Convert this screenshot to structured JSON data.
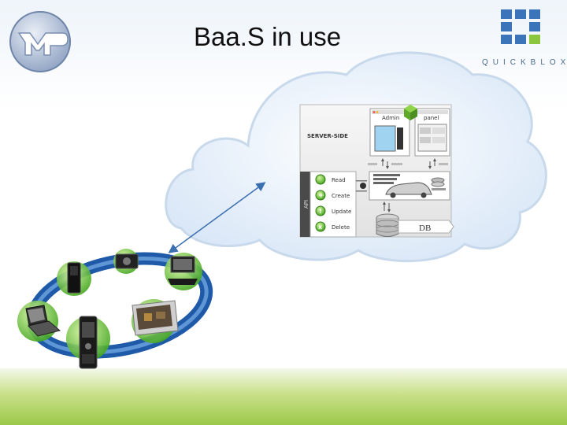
{
  "slide": {
    "title": "Baa.S in use"
  },
  "logos": {
    "left_icon": "yd-logo",
    "right_text": "QUICKBLOX"
  },
  "server": {
    "section_label": "SERVER-SIDE",
    "admin_panel_left": "Admin",
    "admin_panel_right": "panel",
    "api_label": "API",
    "operations": [
      "Read",
      "Create",
      "Update",
      "Delete"
    ],
    "db_label": "DB"
  },
  "colors": {
    "cloud_fill": "#e6f0fb",
    "ring": "#1f5aa8",
    "arrow": "#3a6fb0",
    "green_band": "#9cc94a"
  }
}
